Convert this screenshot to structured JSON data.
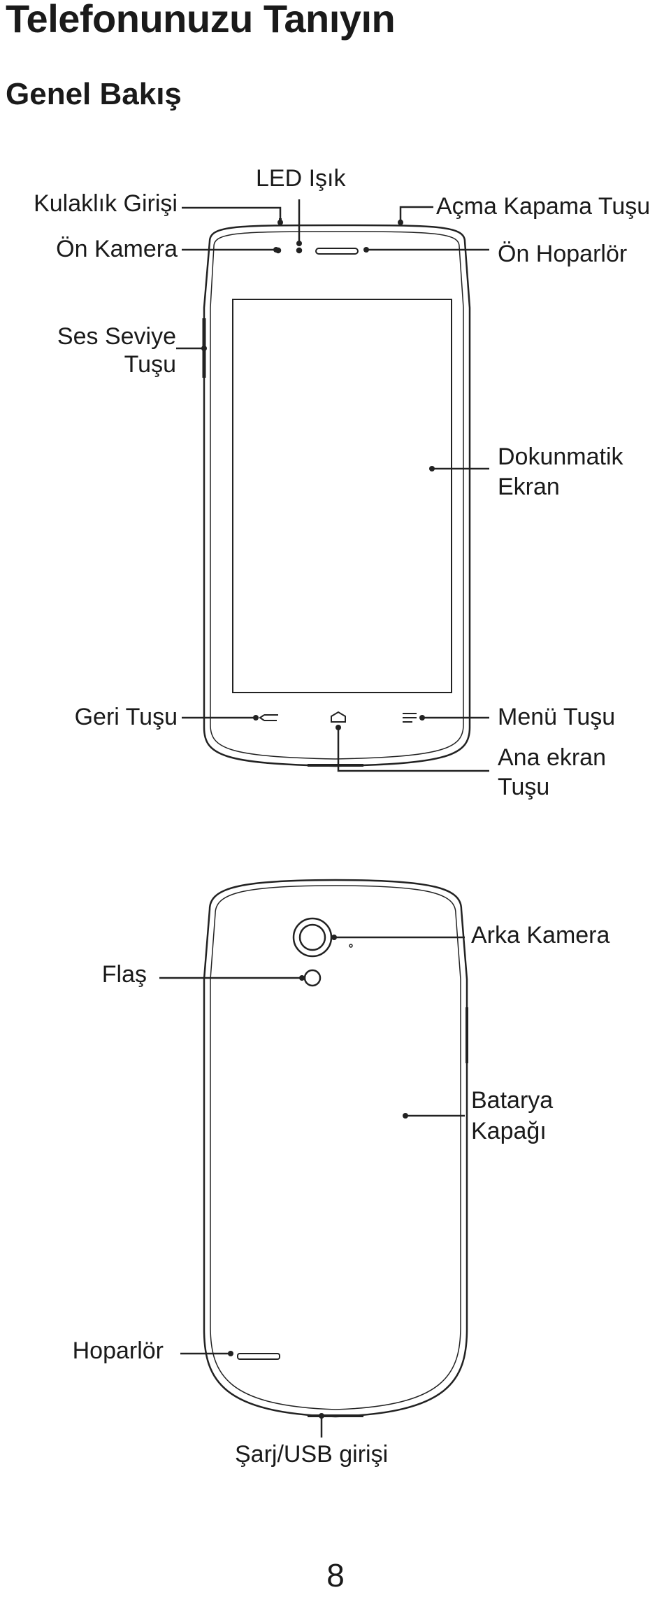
{
  "title": "Telefonunuzu Tanıyın",
  "subtitle": "Genel Bakış",
  "front_labels": {
    "headset": "Kulaklık Girişi",
    "led": "LED Işık",
    "power": "Açma Kapama Tuşu",
    "front_camera": "Ön Kamera",
    "front_speaker": "Ön Hoparlör",
    "volume_line1": "Ses Seviye",
    "volume_line2": "Tuşu",
    "touch_line1": "Dokunmatik",
    "touch_line2": "Ekran",
    "back_key": "Geri Tuşu",
    "menu_key": "Menü Tuşu",
    "home_line1": "Ana ekran",
    "home_line2": "Tuşu"
  },
  "back_labels": {
    "rear_camera": "Arka Kamera",
    "flash": "Flaş",
    "battery_line1": "Batarya",
    "battery_line2": "Kapağı",
    "speaker": "Hoparlör",
    "usb": "Şarj/USB girişi"
  },
  "page_number": "8"
}
